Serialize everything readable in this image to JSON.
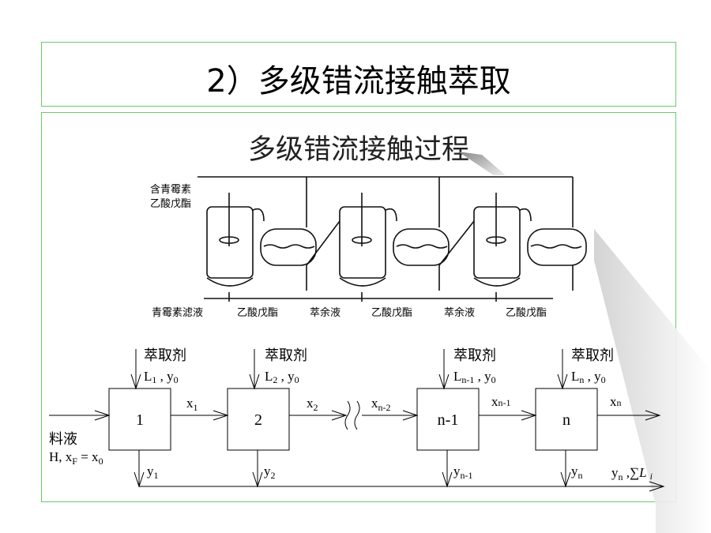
{
  "slide": {
    "title": "2）多级错流接触萃取",
    "subtitle": "多级错流接触过程"
  },
  "equipment_figure": {
    "feed_label_line1": "含青霉素",
    "feed_label_line2": "乙酸戊酯",
    "bottom_labels": [
      "青霉素滤液",
      "乙酸戊酯",
      "萃余液",
      "乙酸戊酯",
      "萃余液",
      "乙酸戊酯"
    ]
  },
  "flow_diagram": {
    "stages": [
      "1",
      "2",
      "n-1",
      "n"
    ],
    "solvent_label": "萃取剂",
    "solvent_flows": [
      {
        "L": "L",
        "sub": "1",
        "y": "y",
        "ysub": "0"
      },
      {
        "L": "L",
        "sub": "2",
        "y": "y",
        "ysub": "0"
      },
      {
        "L": "L",
        "sub": "n-1",
        "y": "y",
        "ysub": "0"
      },
      {
        "L": "L",
        "sub": "n",
        "y": "y",
        "ysub": "0"
      }
    ],
    "raffinate_labels": [
      {
        "base": "x",
        "sub": "1"
      },
      {
        "base": "x",
        "sub": "2"
      },
      {
        "base": "x",
        "sub": "n-2"
      },
      {
        "base": "x",
        "sub": "n-1"
      },
      {
        "base": "x",
        "sub": "n"
      }
    ],
    "extract_labels": [
      {
        "base": "y",
        "sub": "1"
      },
      {
        "base": "y",
        "sub": "2"
      },
      {
        "base": "y",
        "sub": "n-1"
      },
      {
        "base": "y",
        "sub": "n"
      }
    ],
    "feed_label": "料液",
    "feed_condition": {
      "H": "H, x",
      "sub": "F",
      "eq": " = x",
      "sub2": "0"
    },
    "final_label": {
      "y": "y",
      "sub": "n",
      "sep": " ,",
      "sum": "∑",
      "L": "L",
      "i": "i"
    }
  }
}
